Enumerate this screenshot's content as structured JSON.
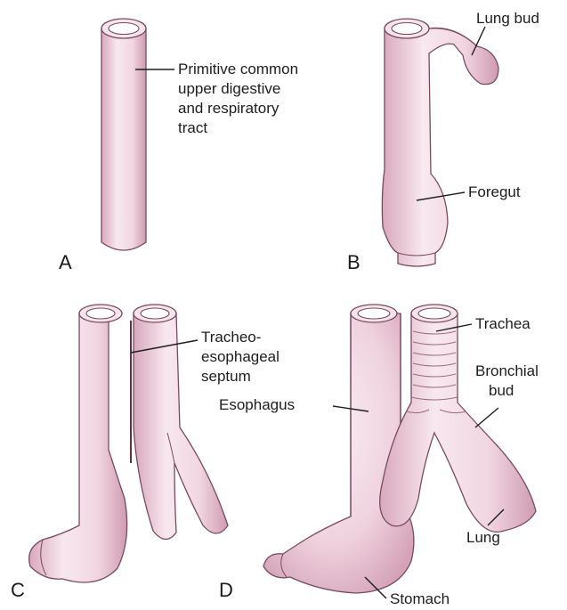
{
  "panels": {
    "a": {
      "letter": "A",
      "labels": [
        "Primitive common",
        "upper digestive",
        "and respiratory",
        "tract"
      ]
    },
    "b": {
      "letter": "B",
      "lung_bud": "Lung bud",
      "foregut": "Foregut"
    },
    "c": {
      "letter": "C",
      "septum": [
        "Tracheo-",
        "esophageal",
        "septum"
      ]
    },
    "d": {
      "letter": "D",
      "trachea": "Trachea",
      "bronchial_bud": [
        "Bronchial",
        "bud"
      ],
      "esophagus": "Esophagus",
      "lung": "Lung",
      "stomach": "Stomach"
    }
  },
  "colors": {
    "tube_fill": "#f3dde6",
    "tube_shade": "#d9a9bd",
    "outline": "#7a4b5e",
    "text": "#1e1e1e"
  }
}
